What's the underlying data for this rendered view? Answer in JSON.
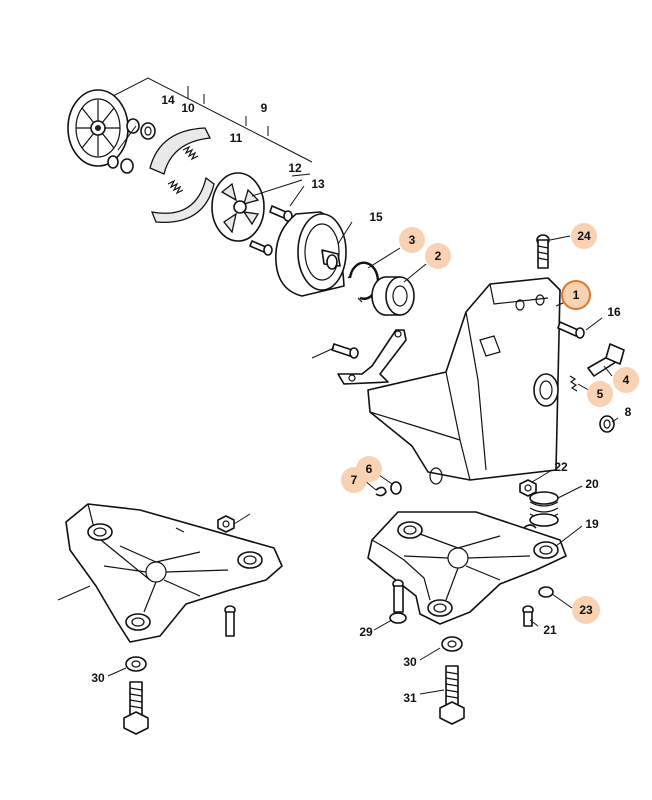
{
  "labels": {
    "p1": "1",
    "p2": "2",
    "p3": "3",
    "p4": "4",
    "p5": "5",
    "p6": "6",
    "p7": "7",
    "p8": "8",
    "p9": "9",
    "p10": "10",
    "p11": "11",
    "p12": "12",
    "p13": "13",
    "p14": "14",
    "p15": "15",
    "p16": "16",
    "p19": "19",
    "p20": "20",
    "p21": "21",
    "p22": "22",
    "p23": "23",
    "p24": "24",
    "p29": "29",
    "p30a": "30",
    "p30b": "30",
    "p31": "31"
  },
  "colors": {
    "highlight_fill": "#f9d2b3",
    "selected_ring": "#d9792f"
  }
}
